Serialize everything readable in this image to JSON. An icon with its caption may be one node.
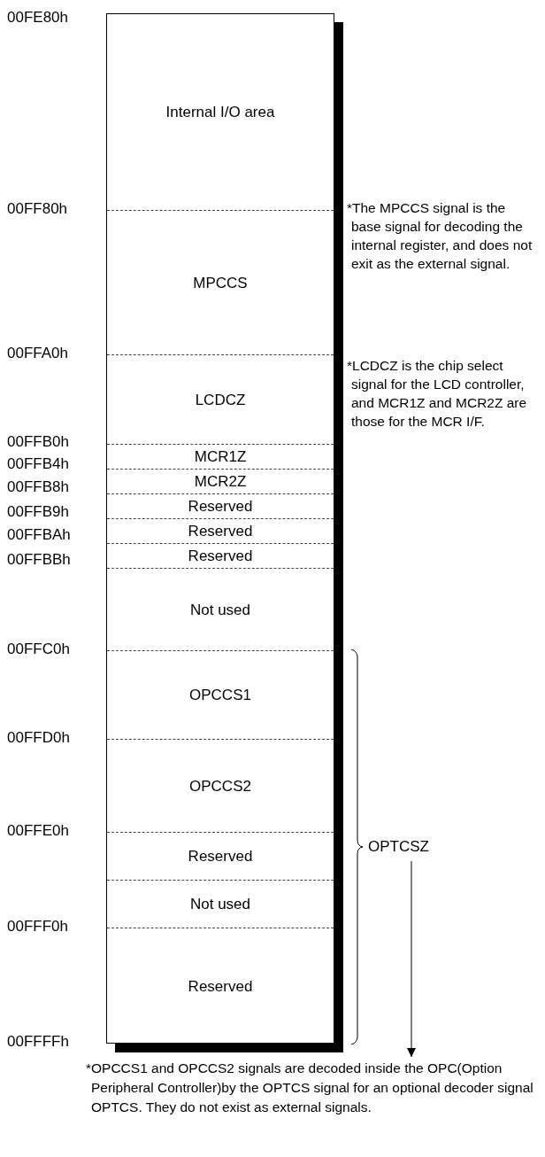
{
  "diagram": {
    "nodes": [
      {
        "text": [],
        "shape": "box"
      },
      {
        "text": [
          "Internal I/O area"
        ],
        "in": 0
      },
      {
        "text": [
          "MPCCS"
        ],
        "in": 0
      },
      {
        "text": [
          "LCDCZ"
        ],
        "in": 0
      },
      {
        "text": [
          "MCR1Z"
        ],
        "in": 0
      },
      {
        "text": [
          "MCR2Z"
        ],
        "in": 0
      },
      {
        "text": [
          "Reserved"
        ],
        "in": 0
      },
      {
        "text": [
          "Reserved"
        ],
        "in": 0
      },
      {
        "text": [
          "Reserved"
        ],
        "in": 0
      },
      {
        "text": [
          "Not used"
        ],
        "in": 0
      },
      {
        "text": [
          "OPCCS1"
        ],
        "in": 0
      },
      {
        "text": [
          "OPCCS2"
        ],
        "in": 0
      },
      {
        "text": [
          "Reserved"
        ],
        "in": 0
      },
      {
        "text": [
          "Not used"
        ],
        "in": 0
      },
      {
        "text": [
          "Reserved"
        ],
        "in": 0
      },
      {
        "text": [
          "OPTCSZ"
        ]
      },
      {
        "text": [
          "*OPCCS1 and OPCCS2 signals are decoded inside the OPC(Option Peripheral Controller)by the OPTCS signal for an optional decoder signal OPTCS. They do not exist as external signals."
        ]
      }
    ],
    "edges": [
      {
        "from": 15,
        "to": 16,
        "arrow": "to"
      }
    ],
    "labels": [
      "00FE80h",
      "00FF80h",
      "00FFA0h",
      "00FFB0h",
      "00FFB4h",
      "00FFB8h",
      "00FFB9h",
      "00FFBAh",
      "00FFBBh",
      "00FFC0h",
      "00FFD0h",
      "00FFE0h",
      "00FFF0h",
      "00FFFFh",
      "*The MPCCS signal is the base signal for decoding the internal register, and does not exit as the external signal.",
      "*LCDCZ is the chip select signal for the LCD controller, and MCR1Z and MCR2Z are those for the MCR I/F."
    ]
  }
}
